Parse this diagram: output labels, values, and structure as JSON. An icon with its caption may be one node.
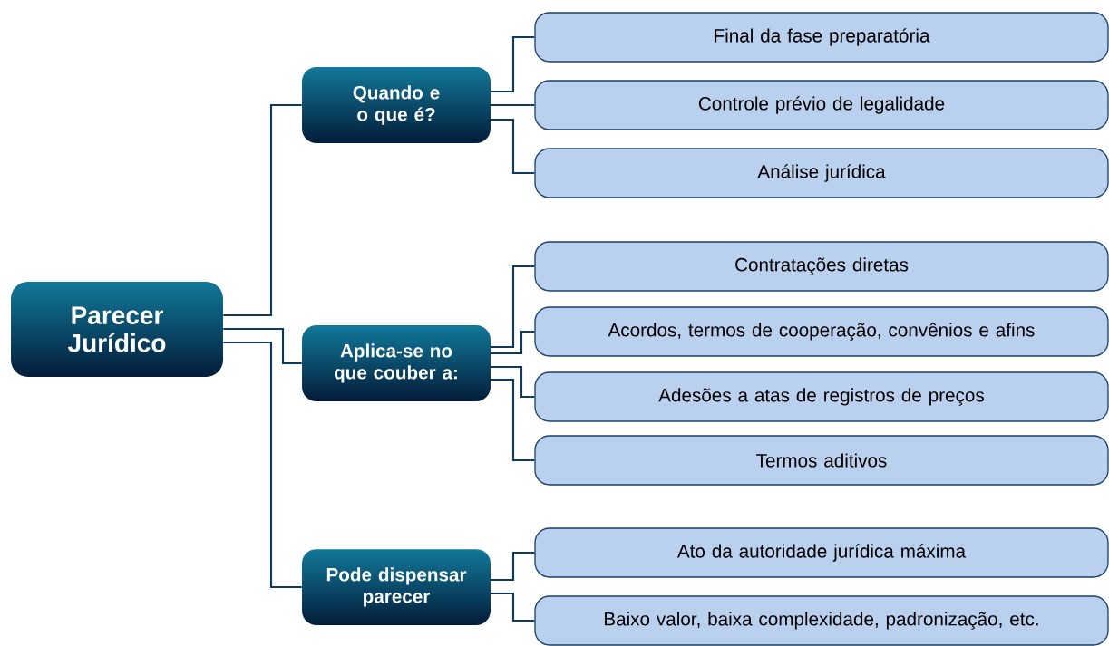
{
  "diagram": {
    "nodes": [
      {
        "text": [
          "Parecer Jurídico"
        ]
      },
      {
        "text": [
          "Quando e o que é?"
        ]
      },
      {
        "text": [
          "Aplica-se no que couber a:"
        ]
      },
      {
        "text": [
          "Pode dispensar parecer"
        ]
      },
      {
        "text": [
          "Final da fase preparatória"
        ]
      },
      {
        "text": [
          "Controle prévio de legalidade"
        ]
      },
      {
        "text": [
          "Análise jurídica"
        ]
      },
      {
        "text": [
          "Contratações diretas"
        ]
      },
      {
        "text": [
          "Acordos, termos de cooperação, convênios e afins"
        ]
      },
      {
        "text": [
          "Adesões a atas de registros de preços"
        ]
      },
      {
        "text": [
          "Termos aditivos"
        ]
      },
      {
        "text": [
          "Ato da autoridade jurídica máxima"
        ]
      },
      {
        "text": [
          "Baixo valor, baixa complexidade, padronização, etc."
        ]
      }
    ],
    "edges": [
      {
        "from": 0,
        "to": 1,
        "arrow": "none"
      },
      {
        "from": 0,
        "to": 2,
        "arrow": "none"
      },
      {
        "from": 0,
        "to": 3,
        "arrow": "none"
      },
      {
        "from": 1,
        "to": 4,
        "arrow": "none"
      },
      {
        "from": 1,
        "to": 5,
        "arrow": "none"
      },
      {
        "from": 1,
        "to": 6,
        "arrow": "none"
      },
      {
        "from": 2,
        "to": 7,
        "arrow": "none"
      },
      {
        "from": 2,
        "to": 8,
        "arrow": "none"
      },
      {
        "from": 2,
        "to": 9,
        "arrow": "none"
      },
      {
        "from": 2,
        "to": 10,
        "arrow": "none"
      },
      {
        "from": 3,
        "to": 11,
        "arrow": "none"
      },
      {
        "from": 3,
        "to": 12,
        "arrow": "none"
      }
    ]
  }
}
